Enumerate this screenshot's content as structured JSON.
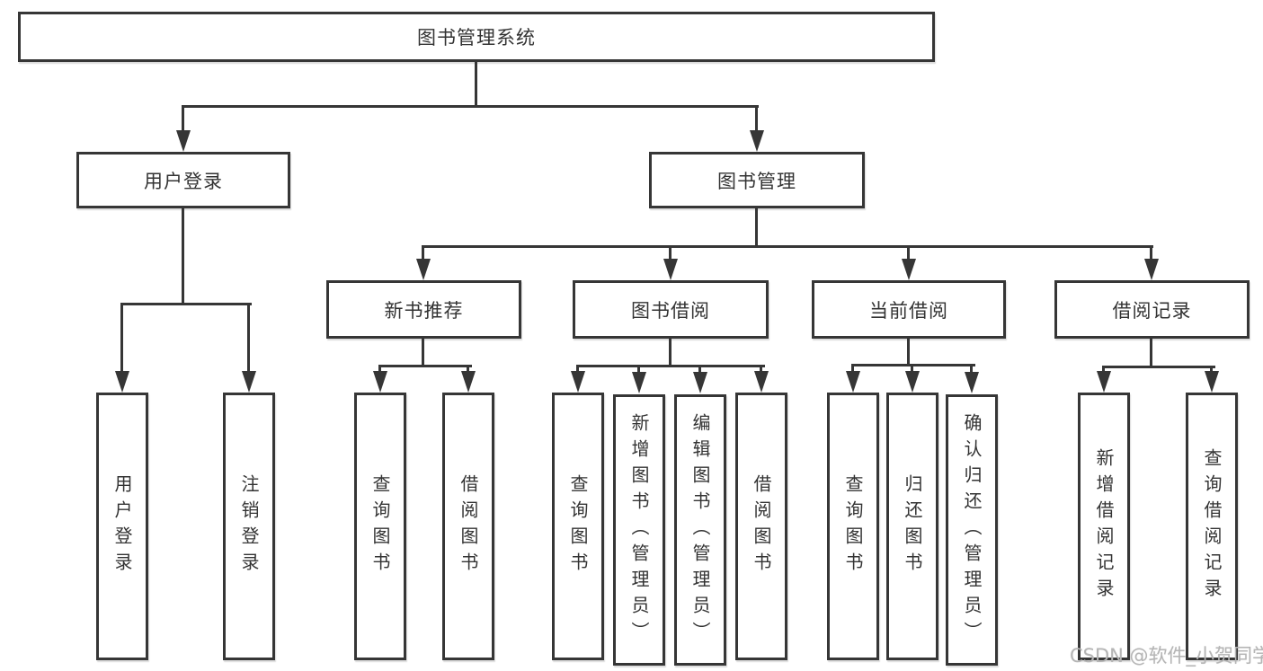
{
  "nodes": {
    "root": "图书管理系统",
    "user_login": {
      "label": "用户登录",
      "children": [
        "用户登录",
        "注销登录"
      ]
    },
    "book_management": {
      "label": "图书管理",
      "sections": [
        {
          "label": "新书推荐",
          "children": [
            "查询图书",
            "借阅图书"
          ]
        },
        {
          "label": "图书借阅",
          "children": [
            "查询图书",
            "新增图书（管理员）",
            "编辑图书（管理员）",
            "借阅图书"
          ]
        },
        {
          "label": "当前借阅",
          "children": [
            "查询图书",
            "归还图书",
            "确认归还（管理员）"
          ]
        },
        {
          "label": "借阅记录",
          "children": [
            "新增借阅记录",
            "查询借阅记录"
          ]
        }
      ]
    }
  },
  "colors": {
    "line": "#363636",
    "text": "#333333",
    "watermark": "#b5b5b5",
    "background": "#ffffff"
  },
  "watermark": "CSDN @软件_小贺同学"
}
